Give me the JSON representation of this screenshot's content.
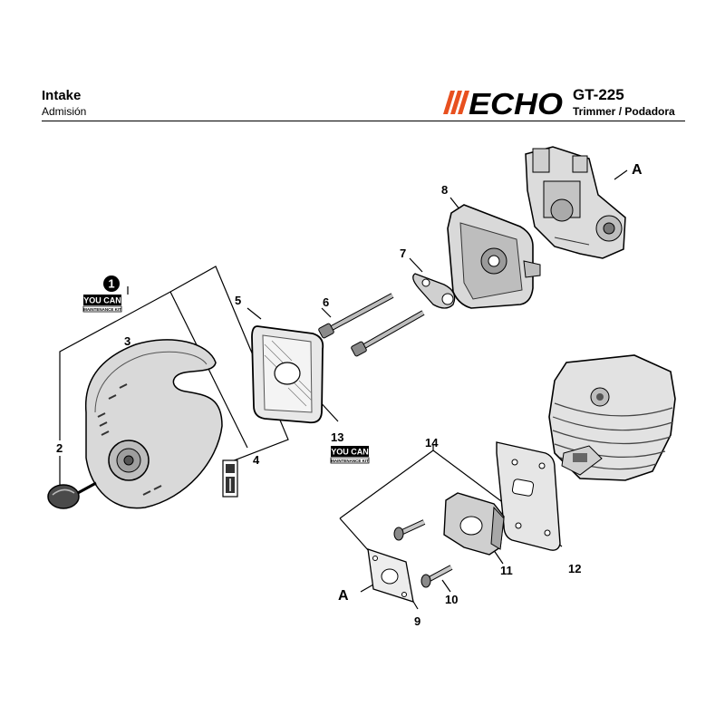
{
  "header": {
    "title": "Intake",
    "subtitle": "Admisión",
    "brand": "ECHO",
    "model": "GT-225",
    "model_desc": "Trimmer / Podadora"
  },
  "callouts": {
    "c1": "1",
    "c2": "2",
    "c3": "3",
    "c4": "4",
    "c5": "5",
    "c6": "6",
    "c7": "7",
    "c8": "8",
    "c9": "9",
    "c10": "10",
    "c11": "11",
    "c12": "12",
    "c13": "13",
    "c14": "14",
    "ref_a_top": "A",
    "ref_a_bottom": "A"
  },
  "maintenance_kit": {
    "top_line": "YOU CAN",
    "bottom_line": "MAINTENANCE KIT"
  },
  "colors": {
    "brand_stripe": "#e8501f",
    "ink": "#000000",
    "part_fill": "#d9d9d9",
    "part_dark": "#555555"
  }
}
